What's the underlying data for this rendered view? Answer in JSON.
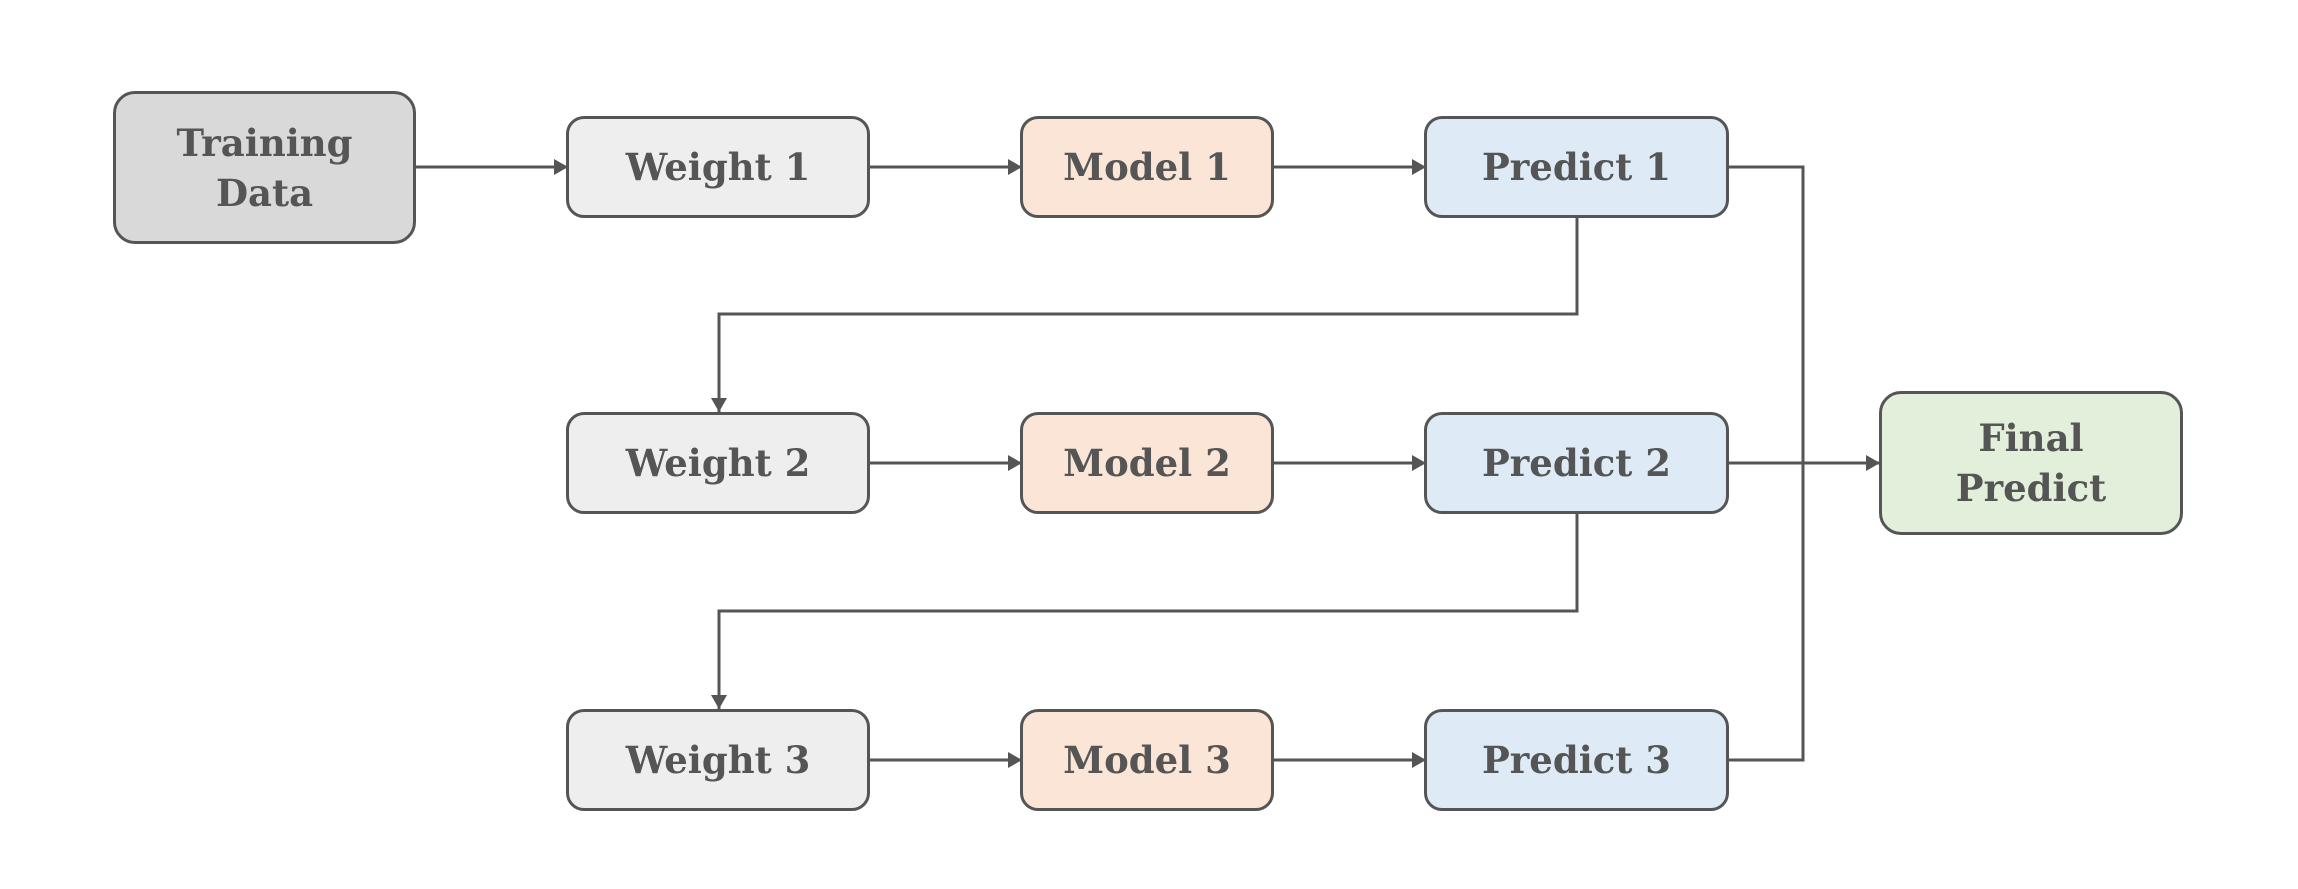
{
  "nodes": {
    "training": {
      "label": "Training\nData",
      "color": "#d9d9d9"
    },
    "weight1": {
      "label": "Weight 1",
      "color": "#eeeeee"
    },
    "model1": {
      "label": "Model 1",
      "color": "#fbe5d6"
    },
    "predict1": {
      "label": "Predict 1",
      "color": "#deebf7"
    },
    "weight2": {
      "label": "Weight 2",
      "color": "#eeeeee"
    },
    "model2": {
      "label": "Model 2",
      "color": "#fbe5d6"
    },
    "predict2": {
      "label": "Predict 2",
      "color": "#deebf7"
    },
    "weight3": {
      "label": "Weight 3",
      "color": "#eeeeee"
    },
    "model3": {
      "label": "Model 3",
      "color": "#fbe5d6"
    },
    "predict3": {
      "label": "Predict 3",
      "color": "#deebf7"
    },
    "final": {
      "label": "Final\nPredict",
      "color": "#e2efda"
    }
  },
  "edges": [
    [
      "training",
      "weight1"
    ],
    [
      "weight1",
      "model1"
    ],
    [
      "model1",
      "predict1"
    ],
    [
      "predict1",
      "weight2"
    ],
    [
      "weight2",
      "model2"
    ],
    [
      "model2",
      "predict2"
    ],
    [
      "predict2",
      "weight3"
    ],
    [
      "weight3",
      "model3"
    ],
    [
      "model3",
      "predict3"
    ],
    [
      "predict1",
      "final"
    ],
    [
      "predict2",
      "final"
    ],
    [
      "predict3",
      "final"
    ]
  ],
  "line_color": "#555555"
}
